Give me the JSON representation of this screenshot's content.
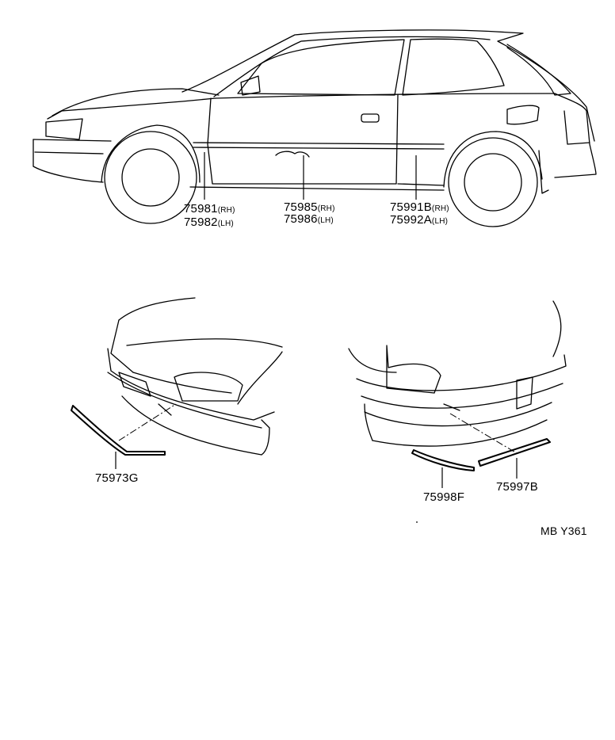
{
  "parts": {
    "body_molding": {
      "rh": "75981",
      "rh_sfx": "(RH)",
      "lh": "75982",
      "lh_sfx": "(LH)"
    },
    "door_molding": {
      "rh": "75985",
      "rh_sfx": "(RH)",
      "lh": "75986",
      "lh_sfx": "(LH)"
    },
    "quarter_molding": {
      "rh": "75991B",
      "rh_sfx": "(RH)",
      "lh": "75992A",
      "lh_sfx": "(LH)"
    },
    "front_bumper_molding": "75973G",
    "rear_bumper_molding_lh": "75998F",
    "rear_bumper_molding_rh": "75997B"
  },
  "figure_code": "MB Y361"
}
